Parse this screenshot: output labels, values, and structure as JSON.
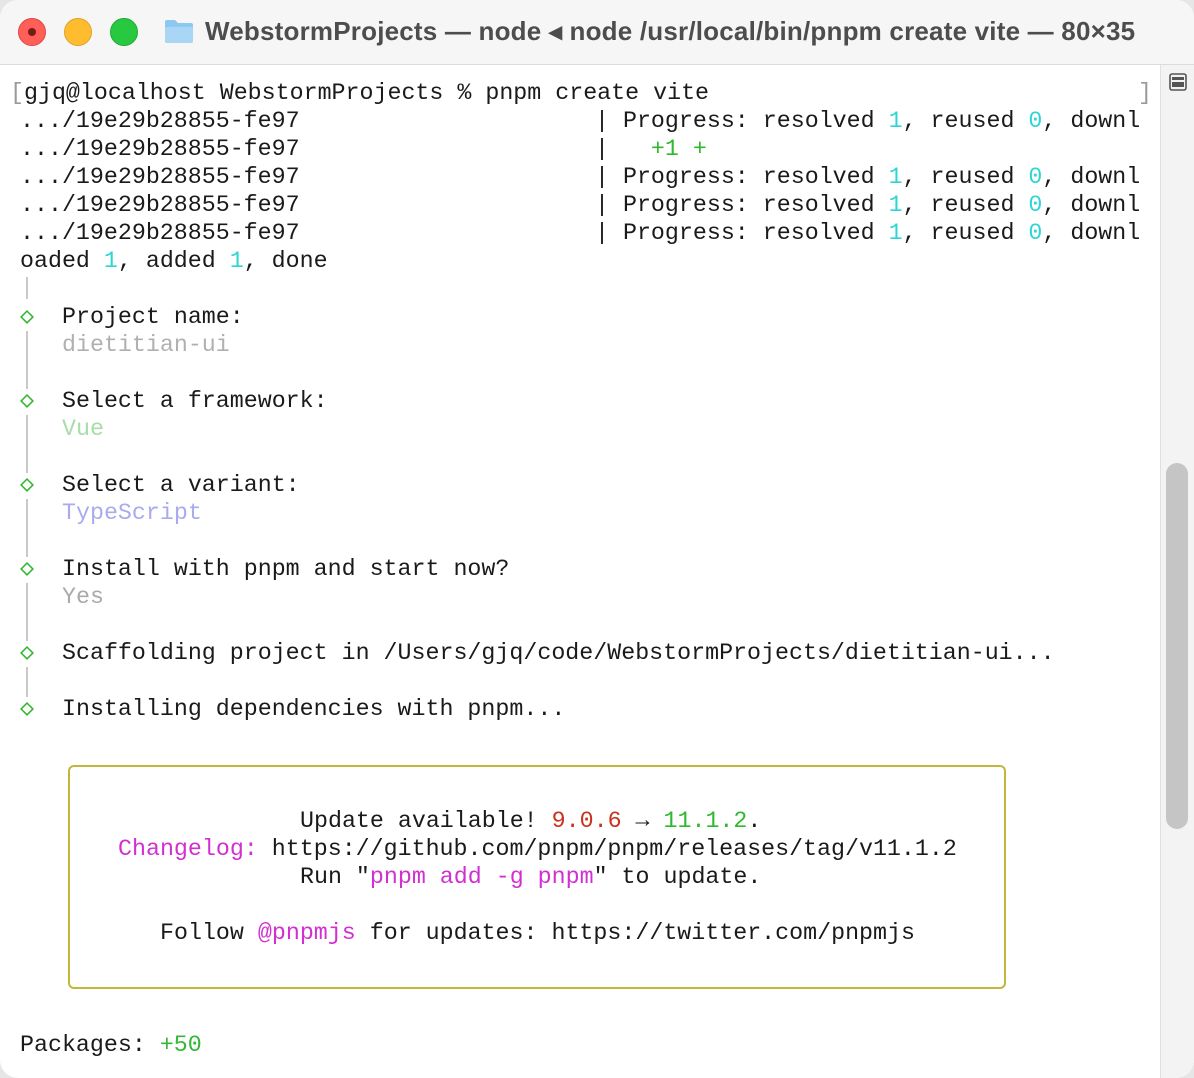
{
  "window": {
    "title": "WebstormProjects — node ◂ node /usr/local/bin/pnpm create vite — 80×35",
    "folder_icon": "folder-icon"
  },
  "terminal": {
    "prompt": {
      "open_bracket": "[",
      "text": "gjq@localhost WebstormProjects % pnpm create vite",
      "close_bracket": "]"
    },
    "progress_lines": [
      {
        "path": ".../19e29b28855-fe97",
        "sep": "|",
        "label": " Progress: resolved ",
        "resolved": "1",
        "reused_label": ", reused ",
        "reused": "0",
        "tail": ", downl"
      },
      {
        "path": ".../19e29b28855-fe97",
        "sep": "|",
        "plus": "   +1 +"
      },
      {
        "path": ".../19e29b28855-fe97",
        "sep": "|",
        "label": " Progress: resolved ",
        "resolved": "1",
        "reused_label": ", reused ",
        "reused": "0",
        "tail": ", downl"
      },
      {
        "path": ".../19e29b28855-fe97",
        "sep": "|",
        "label": " Progress: resolved ",
        "resolved": "1",
        "reused_label": ", reused ",
        "reused": "0",
        "tail": ", downl"
      },
      {
        "path": ".../19e29b28855-fe97",
        "sep": "|",
        "label": " Progress: resolved ",
        "resolved": "1",
        "reused_label": ", reused ",
        "reused": "0",
        "tail": ", downl"
      }
    ],
    "done_line": {
      "prefix": "oaded ",
      "n1": "1",
      "mid": ", added ",
      "n2": "1",
      "suffix": ", done"
    },
    "steps": [
      {
        "diamond": "◇",
        "label": "Project name:",
        "value": "dietitian-ui"
      },
      {
        "diamond": "◇",
        "label": "Select a framework:",
        "value": "Vue"
      },
      {
        "diamond": "◇",
        "label": "Select a variant:",
        "value": "TypeScript"
      },
      {
        "diamond": "◇",
        "label": "Install with pnpm and start now?",
        "value": "Yes"
      },
      {
        "diamond": "◇",
        "label": "Scaffolding project in /Users/gjq/code/WebstormProjects/dietitian-ui..."
      },
      {
        "diamond": "◇",
        "label": "Installing dependencies with pnpm..."
      }
    ],
    "update_box": {
      "update_prefix": "Update available! ",
      "old_version": "9.0.6",
      "arrow": " → ",
      "new_version": "11.1.2",
      "period": ".",
      "changelog_label": "Changelog:",
      "changelog_url": " https://github.com/pnpm/pnpm/releases/tag/v11.1.2",
      "run_prefix": "Run \"",
      "run_cmd": "pnpm add -g pnpm",
      "run_suffix": "\" to update.",
      "follow_prefix": "Follow ",
      "follow_handle": "@pnpmjs",
      "follow_suffix": " for updates: https://twitter.com/pnpmjs",
      "border_color": "#c3b63c"
    },
    "packages": {
      "label": "Packages: ",
      "value": "+50"
    }
  },
  "sidebar": {
    "split_icon": "split-view-icon"
  },
  "colors": {
    "cyan": "#2ed5d5",
    "green": "#2fb82f",
    "magenta": "#d12fd1",
    "red": "#c8321e"
  }
}
